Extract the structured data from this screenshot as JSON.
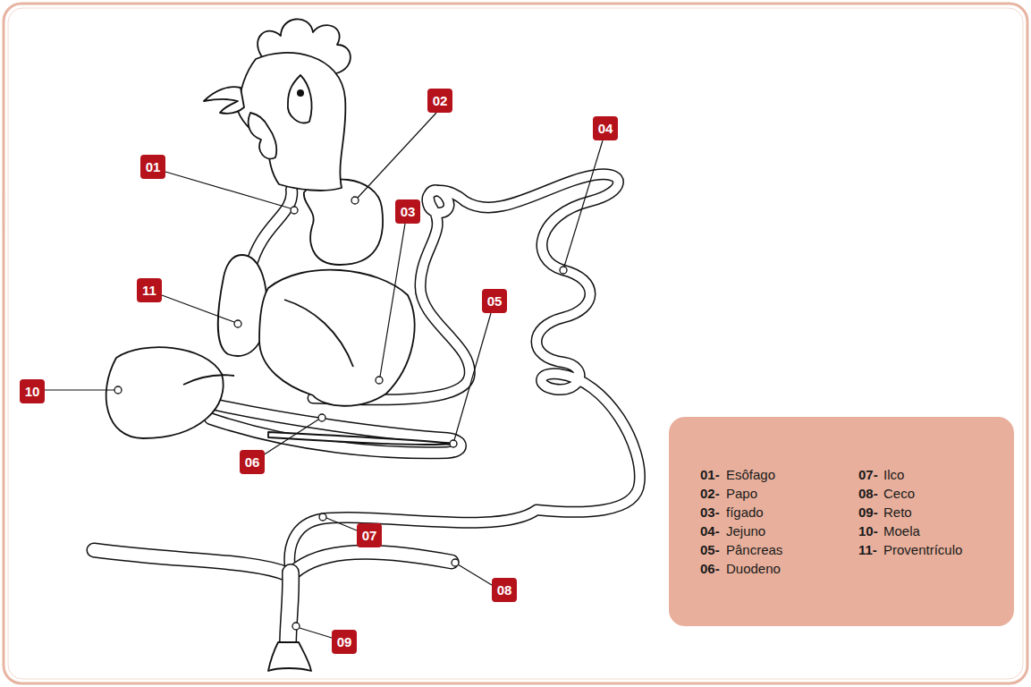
{
  "diagram": {
    "nodes": [
      {
        "text": [
          "01"
        ]
      },
      {
        "text": [
          "02"
        ]
      },
      {
        "text": [
          "03"
        ]
      },
      {
        "text": [
          "04"
        ]
      },
      {
        "text": [
          "05"
        ]
      },
      {
        "text": [
          "06"
        ]
      },
      {
        "text": [
          "07"
        ]
      },
      {
        "text": [
          "08"
        ]
      },
      {
        "text": [
          "09"
        ]
      },
      {
        "text": [
          "10"
        ]
      },
      {
        "text": [
          "11"
        ]
      },
      {
        "text": [
          "01-",
          "Esôfago",
          "02-",
          "Papo",
          "03-",
          "fígado",
          "04-",
          "Jejuno",
          "05-",
          "Pâncreas",
          "06-",
          "Duodeno",
          "07-",
          "Ilco",
          "08-",
          "Ceco",
          "09-",
          "Reto",
          "10-",
          "Moela",
          "11-",
          "Proventrículo"
        ]
      }
    ]
  }
}
